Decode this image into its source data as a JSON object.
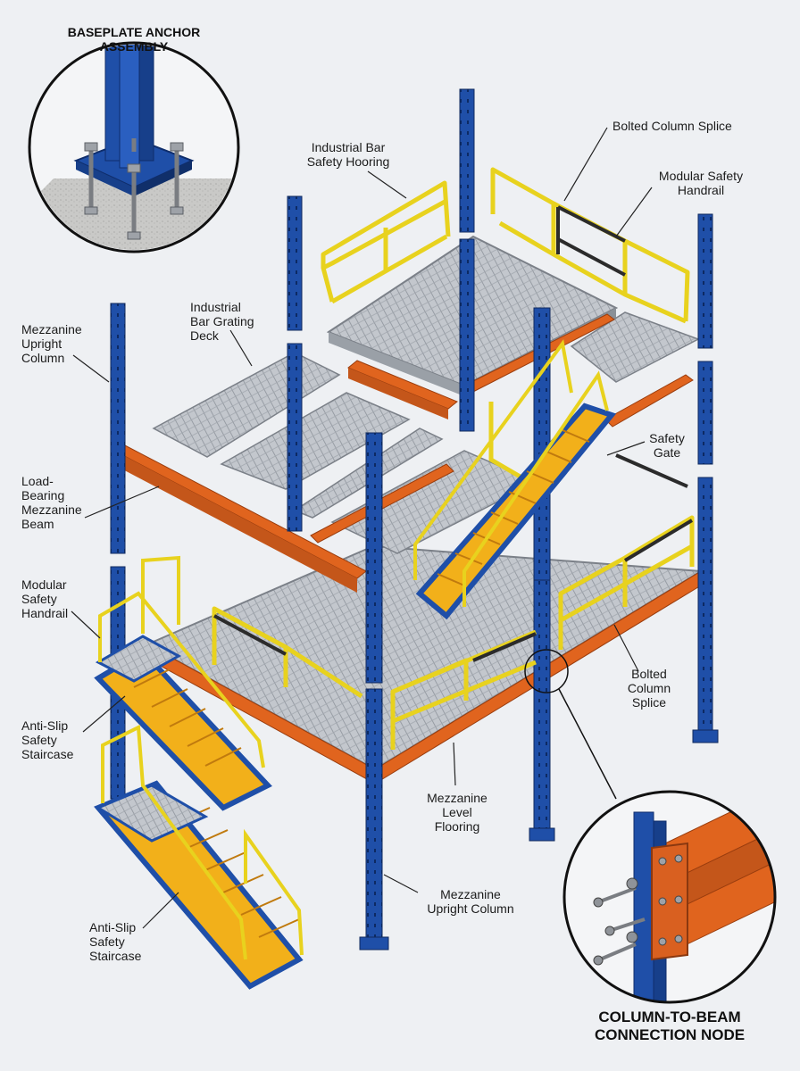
{
  "callouts": {
    "baseplate_title": "BASEPLATE ANCHOR\nASSEMBLY",
    "connection_title": "COLUMN-TO-BEAM\nCONNECTION NODE"
  },
  "labels": {
    "industrial_bar_safety_flooring": "Industrial Bar\nSafety Hooring",
    "bolted_column_splice_top": "Bolted Column Splice",
    "modular_safety_handrail_top": "Modular Safety\nHandrail",
    "industrial_bar_grating_deck": "Industrial\nBar Grating\nDeck",
    "mezzanine_upright_column_left": "Mezzanine\nUpright\nColumn",
    "safety_gate": "Safety\nGate",
    "load_bearing_mezzanine_beam": "Load-\nBearing\nMezzanine\nBeam",
    "modular_safety_handrail_left": "Modular\nSafety\nHandrail",
    "bolted_column_splice_right": "Bolted\nColumn\nSplice",
    "anti_slip_safety_staircase_upper": "Anti-Slip\nSafety\nStaircase",
    "mezzanine_level_flooring": "Mezzanine\nLevel\nFlooring",
    "mezzanine_upright_column_bottom": "Mezzanine\nUpright Column",
    "anti_slip_safety_staircase_lower": "Anti-Slip\nSafety\nStaircase"
  },
  "colors": {
    "column_blue": "#1f4fa8",
    "beam_orange": "#e0641e",
    "handrail_yellow": "#e8d21e",
    "tread_yellow": "#f2b01a",
    "grating_gray": "#b9bdc3",
    "background": "#eef0f3"
  }
}
